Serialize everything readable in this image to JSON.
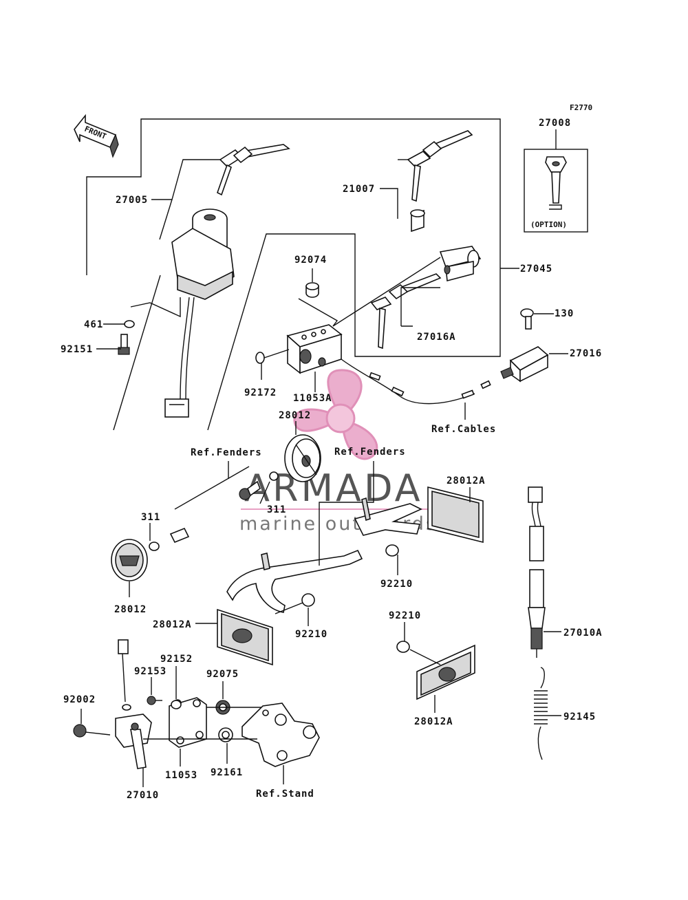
{
  "figure_code": "F2770",
  "front_arrow_text": "FRONT",
  "option_text": "(OPTION)",
  "watermark": {
    "brand": "ARMADA",
    "tagline": "marine outboards",
    "prop_color": "#e8a0c4",
    "hub_color": "#f3c6dc",
    "text_color": "#555555"
  },
  "callouts": [
    {
      "id": "27005",
      "text": "27005"
    },
    {
      "id": "21007",
      "text": "21007"
    },
    {
      "id": "27008",
      "text": "27008"
    },
    {
      "id": "27045",
      "text": "27045"
    },
    {
      "id": "92074",
      "text": "92074"
    },
    {
      "id": "461",
      "text": "461"
    },
    {
      "id": "92151",
      "text": "92151"
    },
    {
      "id": "27016A",
      "text": "27016A"
    },
    {
      "id": "130",
      "text": "130"
    },
    {
      "id": "27016",
      "text": "27016"
    },
    {
      "id": "92172",
      "text": "92172"
    },
    {
      "id": "11053A",
      "text": "11053A"
    },
    {
      "id": "28012-top",
      "text": "28012"
    },
    {
      "id": "ref-cables",
      "text": "Ref.Cables"
    },
    {
      "id": "ref-fenders-left",
      "text": "Ref.Fenders"
    },
    {
      "id": "ref-fenders-right",
      "text": "Ref.Fenders"
    },
    {
      "id": "28012A-top",
      "text": "28012A"
    },
    {
      "id": "311-left",
      "text": "311"
    },
    {
      "id": "311-mid",
      "text": "311"
    },
    {
      "id": "92210-right",
      "text": "92210"
    },
    {
      "id": "28012-left",
      "text": "28012"
    },
    {
      "id": "28012A-left",
      "text": "28012A"
    },
    {
      "id": "92210-mid",
      "text": "92210"
    },
    {
      "id": "92210-low",
      "text": "92210"
    },
    {
      "id": "27010A",
      "text": "27010A"
    },
    {
      "id": "92152",
      "text": "92152"
    },
    {
      "id": "92153",
      "text": "92153"
    },
    {
      "id": "92075",
      "text": "92075"
    },
    {
      "id": "92002",
      "text": "92002"
    },
    {
      "id": "28012A-low",
      "text": "28012A"
    },
    {
      "id": "92145",
      "text": "92145"
    },
    {
      "id": "11053",
      "text": "11053"
    },
    {
      "id": "92161",
      "text": "92161"
    },
    {
      "id": "27010",
      "text": "27010"
    },
    {
      "id": "ref-stand",
      "text": "Ref.Stand"
    }
  ]
}
